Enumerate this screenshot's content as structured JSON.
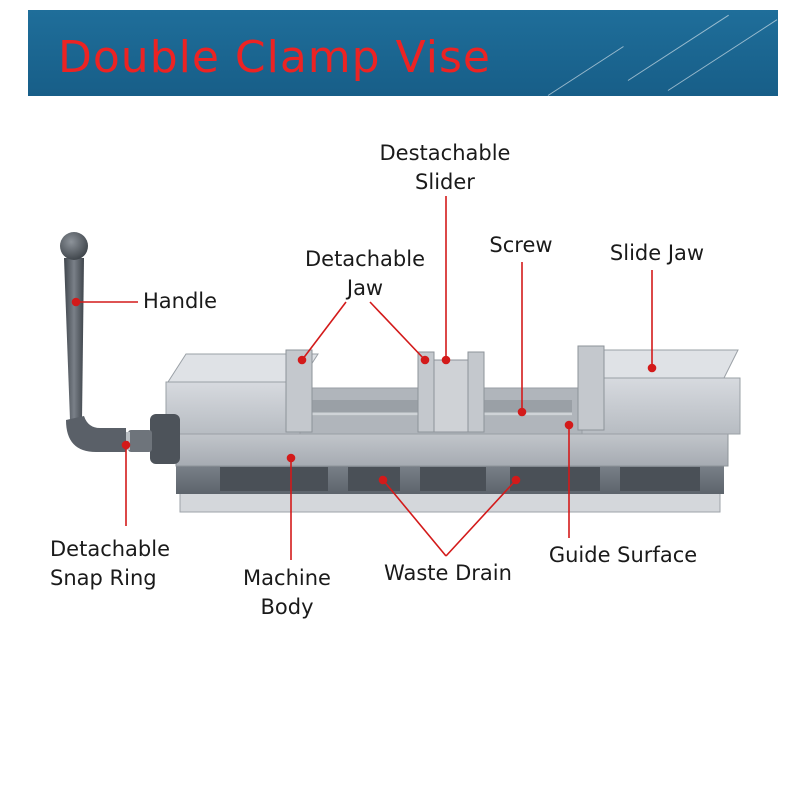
{
  "title": "Double Clamp Vise",
  "colors": {
    "banner": "#1b6590",
    "title": "#ec2323",
    "callout": "#d31a1a",
    "body_steel": "#c9ccd1",
    "body_cast": "#8a9098",
    "handle": "#5a6068"
  },
  "labels": {
    "destachable_slider": [
      "Destachable",
      "Slider"
    ],
    "detachable_jaw": [
      "Detachable",
      "Jaw"
    ],
    "screw": "Screw",
    "slide_jaw": "Slide Jaw",
    "handle": "Handle",
    "detachable_snap_ring": [
      "Detachable",
      "Snap Ring"
    ],
    "machine_body": [
      "Machine",
      "Body"
    ],
    "waste_drain": "Waste Drain",
    "guide_surface": "Guide Surface"
  }
}
